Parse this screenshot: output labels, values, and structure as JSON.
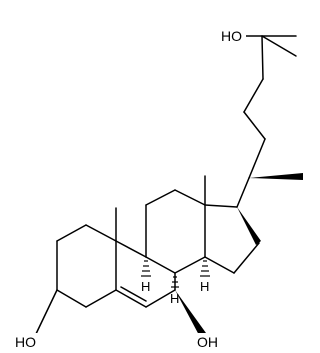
{
  "structure": {
    "labels": {
      "oh_side_chain": "HO",
      "oh_c3": "HO",
      "oh_c7": "OH",
      "h_c9": "H",
      "h_c8": "H",
      "h_c14": "H"
    }
  },
  "colors": {
    "ink": "#000000",
    "paper": "#ffffff"
  }
}
